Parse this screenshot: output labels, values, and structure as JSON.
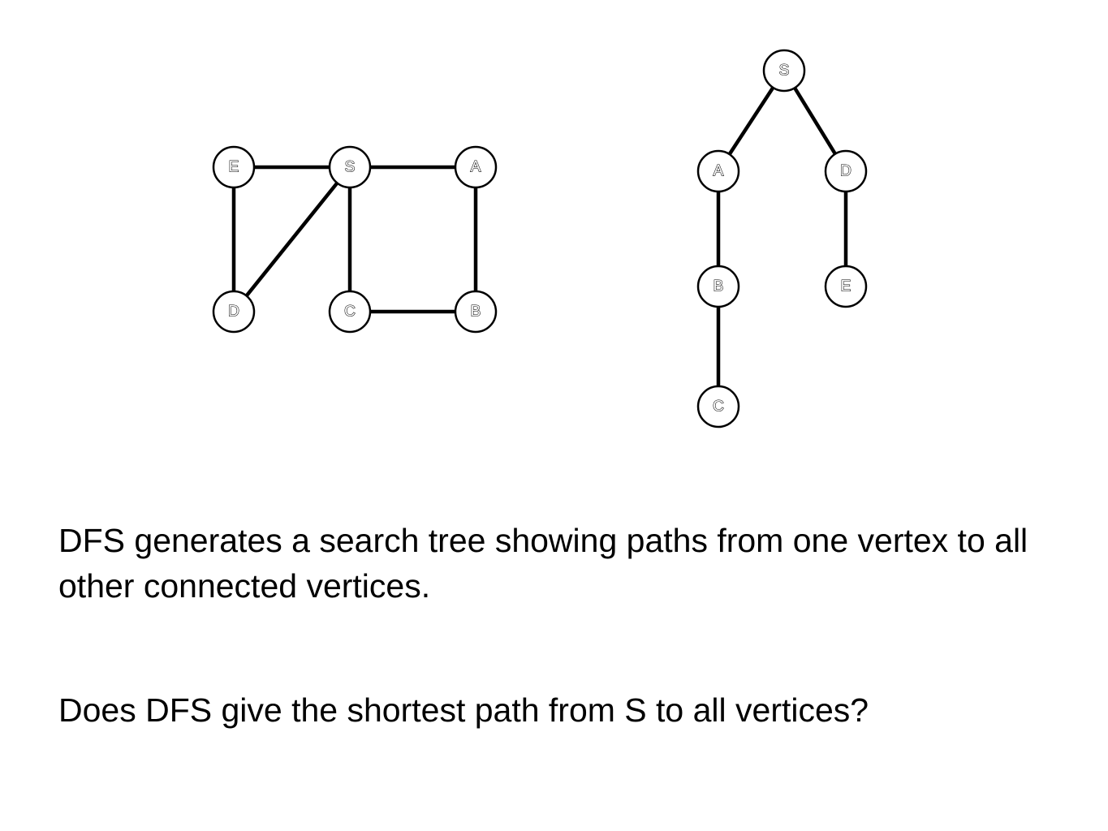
{
  "graph": {
    "nodes": [
      "E",
      "S",
      "A",
      "D",
      "C",
      "B"
    ],
    "edges": [
      [
        "E",
        "S"
      ],
      [
        "S",
        "A"
      ],
      [
        "E",
        "D"
      ],
      [
        "S",
        "D"
      ],
      [
        "S",
        "C"
      ],
      [
        "A",
        "B"
      ],
      [
        "C",
        "B"
      ]
    ]
  },
  "dfs_tree": {
    "nodes": [
      "S",
      "A",
      "D",
      "B",
      "E",
      "C"
    ],
    "edges": [
      [
        "S",
        "A"
      ],
      [
        "S",
        "D"
      ],
      [
        "A",
        "B"
      ],
      [
        "D",
        "E"
      ],
      [
        "B",
        "C"
      ]
    ]
  },
  "text": {
    "caption": "DFS generates a search tree showing paths from one vertex to all other connected vertices.",
    "question": "Does DFS give the shortest path from S to all vertices?"
  }
}
